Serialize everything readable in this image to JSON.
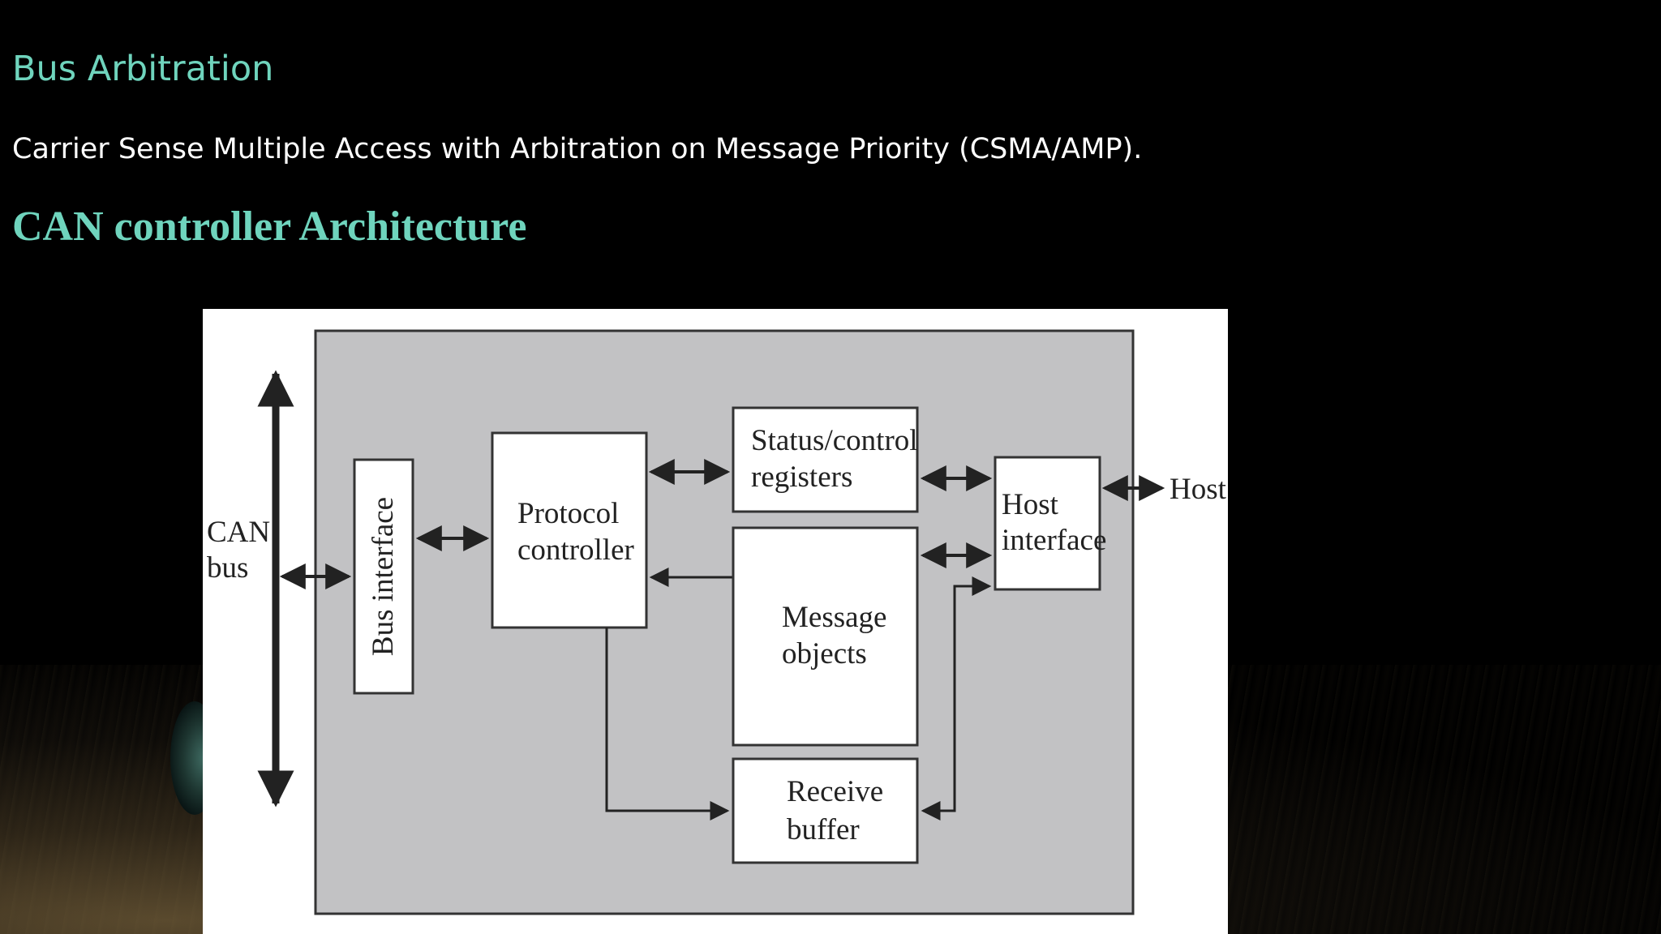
{
  "slide": {
    "heading": "Bus Arbitration",
    "subtitle": "Carrier Sense Multiple Access with Arbitration on Message Priority (CSMA/AMP).",
    "section_title": "CAN controller Architecture"
  },
  "diagram": {
    "can_bus": [
      "CAN",
      "bus"
    ],
    "bus_interface": "Bus interface",
    "protocol_controller": [
      "Protocol",
      "controller"
    ],
    "status_control_registers": [
      "Status/control",
      "registers"
    ],
    "message_objects": [
      "Message",
      "objects"
    ],
    "receive_buffer": [
      "Receive",
      "buffer"
    ],
    "host_interface": [
      "Host",
      "interface"
    ],
    "host": "Host"
  },
  "colors": {
    "heading": "#6fd4bd",
    "background": "#000000",
    "figure_panel": "#c2c2c4"
  }
}
